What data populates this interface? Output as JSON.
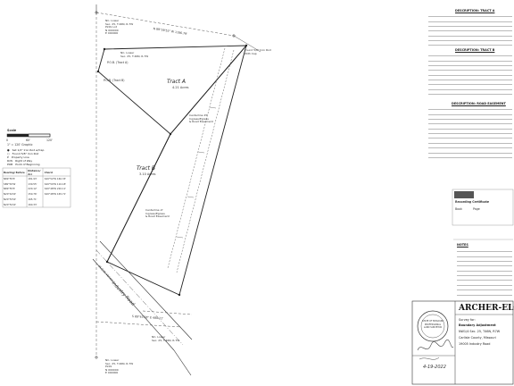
{
  "plat": {
    "tract_a": {
      "name": "Tract A",
      "acres": "4.21 Acres"
    },
    "tract_b": {
      "name": "Tract B",
      "acres": "3.10 Acres"
    },
    "road_label": "Industry Road",
    "road_sub": "(R.O.W. Varies)",
    "pob_a": "P.O.B. (Tract A)",
    "pob_b": "P.O.B. (Tract B)",
    "corners": {
      "top_left": "NC. Lower\nSec. 25, T.46N, R.7W\nPLSS Lot\nN 000000\nE 000000",
      "top_left_2": "NC. Lower\nSec. 25, T.46N, R.7W",
      "bottom_left": "NC. Lower\nSec. 25, T.46N, R.7W\nPLSS\nN 000000\nE 000000",
      "bottom_right": "NC. Lower\nSec. 25, T.46N, R.7W"
    },
    "callouts": [
      "Centerline 25'\nIngress/Egress\n& Road Easement",
      "Centerline of\nIngress/Egress\n& Road Easement",
      "Found 5/8\" Iron Rod\nWith Cap",
      "N 89°59'52\" W 1186.79'",
      "S 89°43'28\" E 480.11'"
    ]
  },
  "scale": {
    "label": "Scale",
    "ticks": [
      "0",
      "60'",
      "120'"
    ],
    "sub": "1\" = 120' Graphic"
  },
  "legend": {
    "items": [
      {
        "sym": "●",
        "text": "Set 1/2\" Iron Rod w/Cap"
      },
      {
        "sym": "○",
        "text": "Found 5/8\" Iron Rod"
      },
      {
        "sym": "P",
        "text": "Property Line"
      },
      {
        "sym": "R/W",
        "text": "Right of Way"
      },
      {
        "sym": "POB",
        "text": "Point of Beginning"
      }
    ]
  },
  "line_table": {
    "headers": [
      "Bearing/ Before",
      "Distance/ Arc",
      "Chord"
    ],
    "rows": [
      [
        "N89°55'E",
        "181.93'",
        "S20°52'W 160.33'"
      ],
      [
        "S89°59'W",
        "130.55'",
        "S20°50'W 110.18'"
      ],
      [
        "N89°55'E",
        "220.12'",
        "S20°48'W 220.11'"
      ],
      [
        "N20°44'W",
        "150.76'",
        "S20°48'W 165.71'"
      ],
      [
        "N20°53'W",
        "165.71'",
        ""
      ],
      [
        "N20°52'W",
        "160.33'",
        ""
      ]
    ]
  },
  "descriptions": {
    "title1": "DESCRIPTION: TRACT A",
    "title2": "DESCRIPTION: TRACT B",
    "title3": "DESCRIPTION: ROAD EASEMENT",
    "recording": "Recording Certificate",
    "book": "Book",
    "page": "Page",
    "notes_title": "NOTES"
  },
  "title_block": {
    "firm": "ARCHER-ELGIN",
    "sub1": "Survey for:",
    "sub2": "Boundary Adjustment",
    "sub3": "NW1/4 Sec. 25, T46N, R7W",
    "sub4": "Carlisle County, Missouri",
    "sub5": "19005 Industry Road",
    "seal_text": "STATE OF MISSOURI\nPROFESSIONAL\nLAND SURVEYOR",
    "date": "4-19-2022"
  }
}
